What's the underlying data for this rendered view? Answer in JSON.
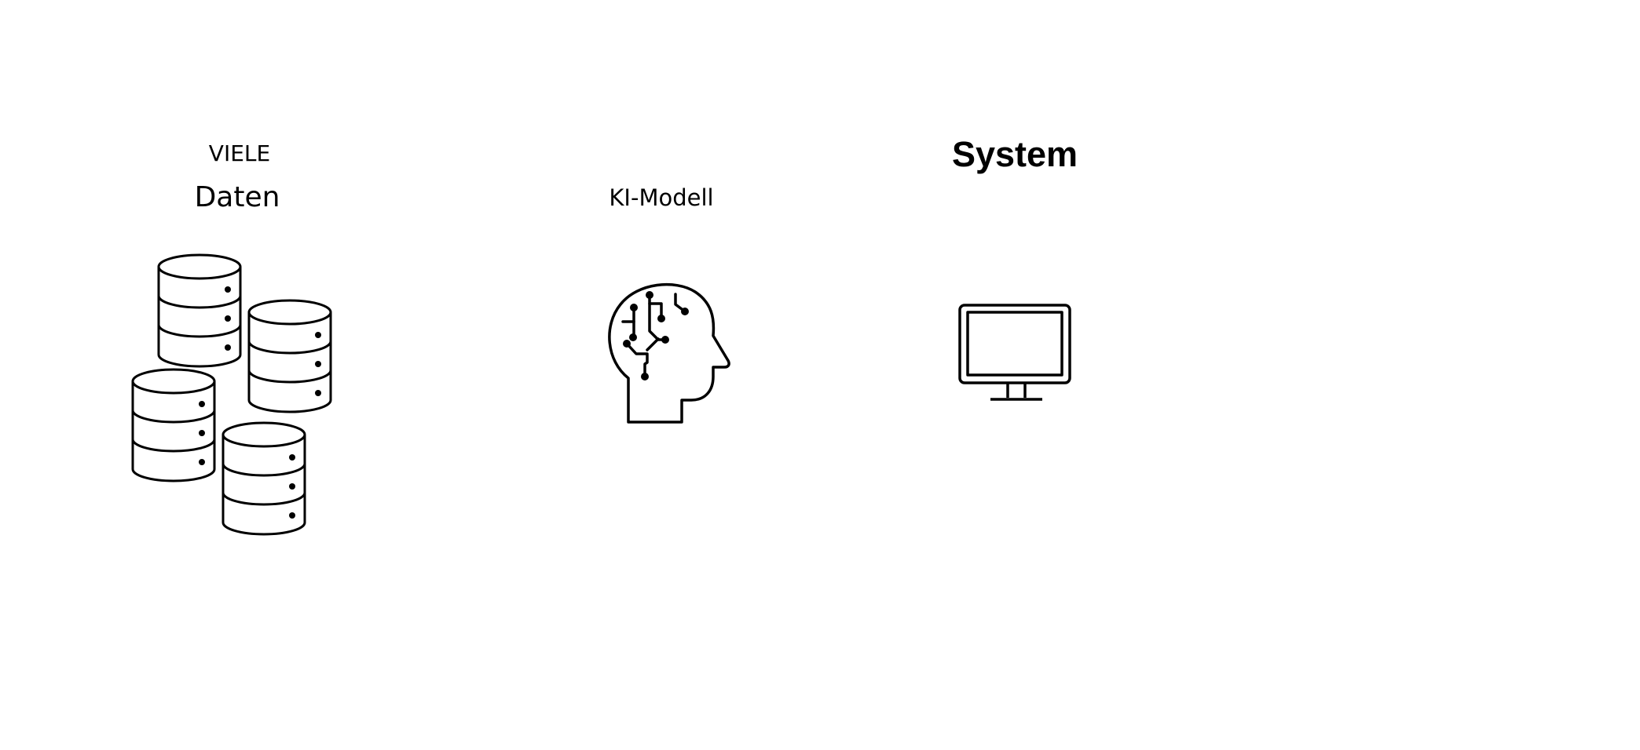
{
  "labels": {
    "viele": "VIELE",
    "daten": "Daten",
    "ki_modell": "KI-Modell",
    "system": "System"
  },
  "icons": {
    "data": "database-stack-icon",
    "model": "ai-brain-head-icon",
    "system": "computer-monitor-icon"
  },
  "colors": {
    "stroke": "#000000",
    "background": "#ffffff"
  }
}
